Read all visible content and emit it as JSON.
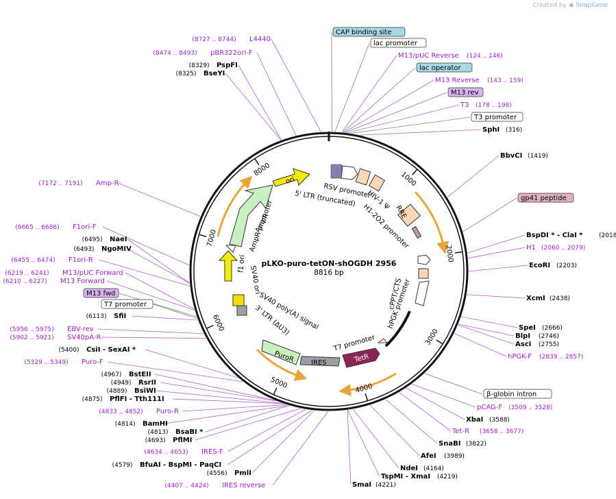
{
  "credit": {
    "prefix": "Created by",
    "brand": "SnapGene"
  },
  "plasmid": {
    "name": "pLKO-puro-tetON-shOGDH 2956",
    "size": "8816 bp"
  },
  "ticks": [
    "1000",
    "2000",
    "3000",
    "4000",
    "5000",
    "6000",
    "7000",
    "8000"
  ],
  "inner_labels": [
    "RSV promoter",
    "5' LTR (truncated)",
    "HIV-1 Ψ",
    "RRE",
    "H1-2O2 promoter",
    "cPPT/CTS",
    "hPGK promoter",
    "T7 promoter",
    "SV40 poly(A) signal",
    "3' LTR (ΔU3)",
    "SV40 ori",
    "f1 ori",
    "AmpR promoter",
    "AmpR"
  ],
  "box_features": [
    "ori",
    "TetR",
    "IRES",
    "PuroR"
  ],
  "right_labels": [
    {
      "name": "CAP binding site",
      "style": "blue"
    },
    {
      "name": "lac promoter",
      "style": "white"
    },
    {
      "name": "M13/pUC Reverse",
      "pos": "(124 .. 146)",
      "style": "primer"
    },
    {
      "name": "lac operator",
      "style": "blue"
    },
    {
      "name": "M13 Reverse",
      "pos": "(143 .. 159)",
      "style": "primer"
    },
    {
      "name": "M13 rev",
      "style": "purple"
    },
    {
      "name": "T3",
      "pos": "(178 .. 198)",
      "style": "primer"
    },
    {
      "name": "T3 promoter",
      "style": "white"
    },
    {
      "name": "SphI",
      "pos": "(316)",
      "style": "enzyme"
    },
    {
      "name": "BbvCI",
      "pos": "(1419)",
      "style": "enzyme"
    },
    {
      "name": "gp41 peptide",
      "style": "pink"
    },
    {
      "name": "BspDI * - ClaI *",
      "pos": "(2018)",
      "style": "enzyme"
    },
    {
      "name": "H1",
      "pos": "(2060 .. 2079)",
      "style": "primer"
    },
    {
      "name": "EcoRI",
      "pos": "(2203)",
      "style": "enzyme"
    },
    {
      "name": "XcmI",
      "pos": "(2438)",
      "style": "enzyme"
    },
    {
      "name": "SpeI",
      "pos": "(2666)",
      "style": "enzyme"
    },
    {
      "name": "BlpI",
      "pos": "(2746)",
      "style": "enzyme"
    },
    {
      "name": "AscI",
      "pos": "(2755)",
      "style": "enzyme"
    },
    {
      "name": "hPGK-F",
      "pos": "(2839 .. 2857)",
      "style": "primer"
    },
    {
      "name": "β-globin intron",
      "style": "white"
    },
    {
      "name": "pCAG-F",
      "pos": "(3509 .. 3528)",
      "style": "primer"
    },
    {
      "name": "XbaI",
      "pos": "(3588)",
      "style": "enzyme"
    },
    {
      "name": "Tet-R",
      "pos": "(3658 .. 3677)",
      "style": "primer"
    },
    {
      "name": "SnaBI",
      "pos": "(3822)",
      "style": "enzyme"
    },
    {
      "name": "AfeI",
      "pos": "(3989)",
      "style": "enzyme"
    },
    {
      "name": "NdeI",
      "pos": "(4164)",
      "style": "enzyme"
    },
    {
      "name": "TspMI - XmaI",
      "pos": "(4219)",
      "style": "enzyme"
    },
    {
      "name": "SmaI",
      "pos": "(4221)",
      "style": "enzyme"
    }
  ],
  "left_labels": [
    {
      "name": "L4440",
      "pos": "(8727 .. 8744)",
      "style": "primer"
    },
    {
      "name": "pBR322ori-F",
      "pos": "(8474 .. 8493)",
      "style": "primer"
    },
    {
      "name": "PspFI",
      "pos": "(8329)",
      "style": "enzyme"
    },
    {
      "name": "BseYI",
      "pos": "(8325)",
      "style": "enzyme"
    },
    {
      "name": "Amp-R",
      "pos": "(7172 .. 7191)",
      "style": "primer"
    },
    {
      "name": "F1ori-F",
      "pos": "(6665 .. 6686)",
      "style": "primer"
    },
    {
      "name": "NaeI",
      "pos": "(6495)",
      "style": "enzyme"
    },
    {
      "name": "NgoMIV",
      "pos": "(6493)",
      "style": "enzyme"
    },
    {
      "name": "F1ori-R",
      "pos": "(6455 .. 6474)",
      "style": "primer"
    },
    {
      "name": "M13/pUC Forward",
      "pos": "(6219 .. 6241)",
      "style": "primer"
    },
    {
      "name": "M13 Forward",
      "pos": "(6210 .. 6227)",
      "style": "primer"
    },
    {
      "name": "M13 fwd",
      "style": "purple"
    },
    {
      "name": "T7 promoter",
      "style": "white"
    },
    {
      "name": "SfiI",
      "pos": "(6113)",
      "style": "enzyme"
    },
    {
      "name": "EBV-rev",
      "pos": "(5956 .. 5975)",
      "style": "primer"
    },
    {
      "name": "SV40pA-R",
      "pos": "(5902 .. 5921)",
      "style": "primer"
    },
    {
      "name": "CsiI - SexAI *",
      "pos": "(5400)",
      "style": "enzyme"
    },
    {
      "name": "Puro-F",
      "pos": "(5329 .. 5349)",
      "style": "primer"
    },
    {
      "name": "BstEII",
      "pos": "(4967)",
      "style": "enzyme"
    },
    {
      "name": "RsrII",
      "pos": "(4949)",
      "style": "enzyme"
    },
    {
      "name": "BsiWI",
      "pos": "(4889)",
      "style": "enzyme"
    },
    {
      "name": "PflFI - Tth111I",
      "pos": "(4875)",
      "style": "enzyme"
    },
    {
      "name": "Puro-R",
      "pos": "(4833 .. 4852)",
      "style": "primer"
    },
    {
      "name": "BamHI",
      "pos": "(4814)",
      "style": "enzyme"
    },
    {
      "name": "BsaBI *",
      "pos": "(4813)",
      "style": "enzyme"
    },
    {
      "name": "PflMI",
      "pos": "(4693)",
      "style": "enzyme"
    },
    {
      "name": "IRES-F",
      "pos": "(4634 .. 4653)",
      "style": "primer"
    },
    {
      "name": "BfuAI - BspMI - PaqCI",
      "pos": "(4579)",
      "style": "enzyme"
    },
    {
      "name": "PmlI",
      "pos": "(4556)",
      "style": "enzyme"
    },
    {
      "name": "IRES reverse",
      "pos": "(4407 .. 4424)",
      "style": "primer"
    }
  ]
}
